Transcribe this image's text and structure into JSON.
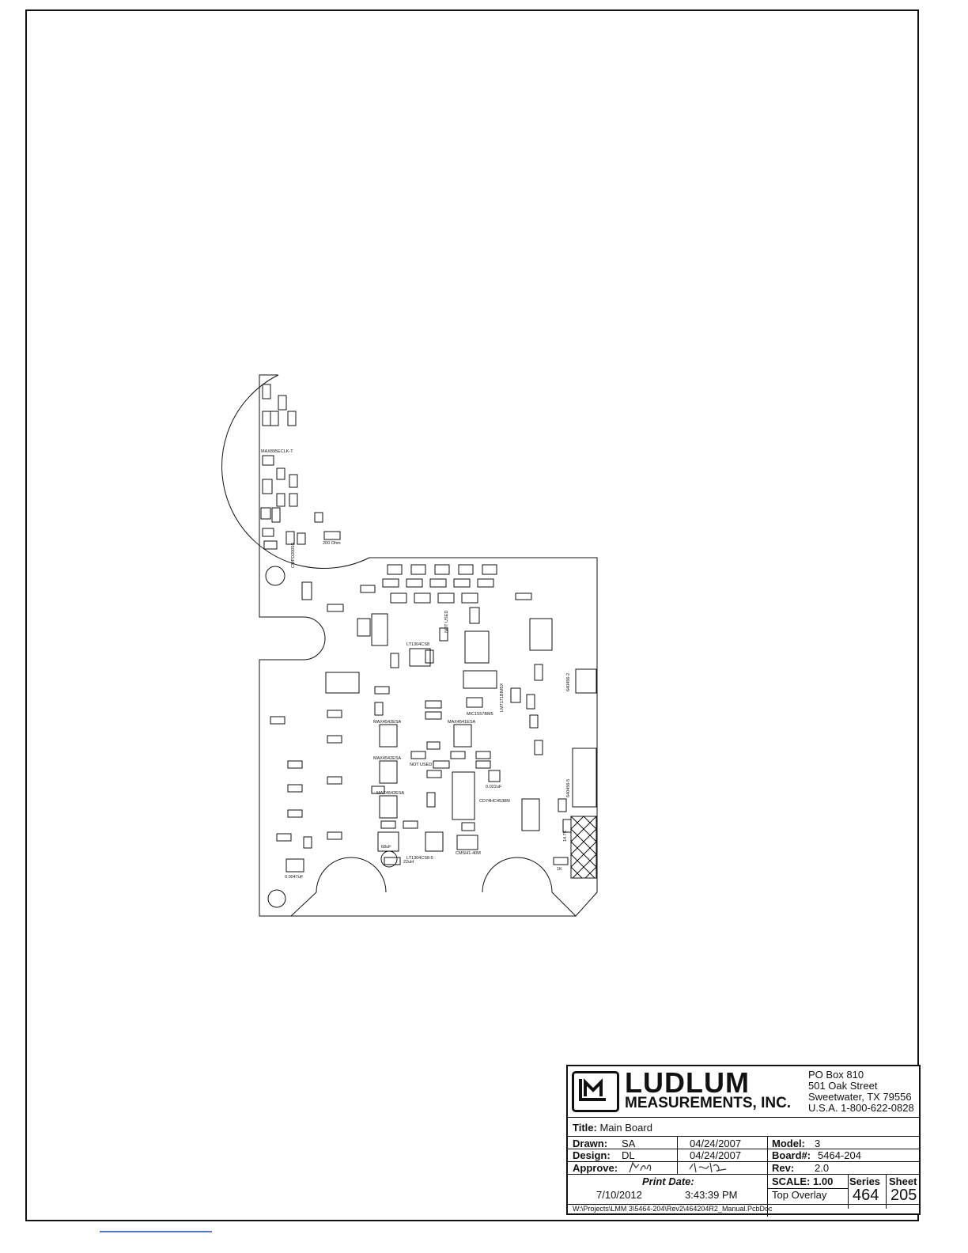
{
  "title_block": {
    "company_name": "LUDLUM",
    "company_sub": "MEASUREMENTS, INC.",
    "address_line1": "PO Box 810",
    "address_line2": "501 Oak Street",
    "address_line3": "Sweetwater, TX 79556",
    "address_line4": "U.S.A. 1-800-622-0828",
    "title_label": "Title:",
    "title_value": "Main Board",
    "drawn_label": "Drawn:",
    "drawn_value": "SA",
    "drawn_date": "04/24/2007",
    "design_label": "Design:",
    "design_value": "DL",
    "design_date": "04/24/2007",
    "approve_label": "Approve:",
    "model_label": "Model:",
    "model_value": "3",
    "board_label": "Board#:",
    "board_value": "5464-204",
    "rev_label": "Rev:",
    "rev_value": "2.0",
    "print_date_label": "Print Date:",
    "print_date_value": "7/10/2012",
    "print_time_value": "3:43:39 PM",
    "scale_label": "SCALE: 1.00",
    "layer_label": "Top Overlay",
    "series_label": "Series",
    "series_value": "464",
    "sheet_label": "Sheet",
    "sheet_value": "205",
    "file_path": "W:\\Projects\\LMM 3\\5464-204\\Rev2\\464204R2_Manual.PcbDoc"
  },
  "pcb": {
    "labels": {
      "max_u8": "MAX895ECLK-T",
      "cmpd": "CMPD2005S",
      "u3_chip": "MAX4542ESA",
      "u7_chip": "MAX4541ESA",
      "u1_chip": "MAX4542ESA",
      "u2_chip": "MAX4542ESA",
      "u9_chip": "CD74HC4538M",
      "u13_chip": "LT1304CS8",
      "u11_chip": "LT1304CS8-5",
      "u12_chip": "MIC1557BM5",
      "u10_chip": "LM7171BIM5X",
      "not_used": "NOT USED",
      "not_used_2": "NOT USED",
      "j_p3": "640456-2",
      "j_p1": "640456-5",
      "cr2": "CMSH1-40M",
      "l1_val": "22uH",
      "c11_val": "68uF",
      "c3_val": "0.0047uF",
      "r12_val": "200 Ohm",
      "r29_val": "1K",
      "r24_val": "14.7K",
      "c7_val": "0.022uF"
    }
  },
  "colors": {
    "ink": "#111111",
    "scan_line": "#5576c8"
  }
}
